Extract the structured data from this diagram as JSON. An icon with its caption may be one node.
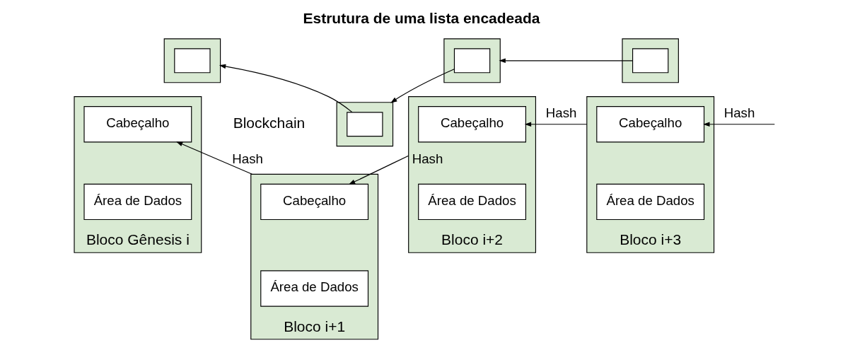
{
  "diagram": {
    "title": "Estrutura de uma lista encadeada",
    "nodes": [
      {
        "text": [],
        "shape": "box"
      },
      {
        "text": [],
        "shape": "box",
        "in": 0
      },
      {
        "text": [],
        "shape": "box"
      },
      {
        "text": [],
        "shape": "box",
        "in": 2
      },
      {
        "text": [],
        "shape": "box"
      },
      {
        "text": [],
        "shape": "box",
        "in": 4
      },
      {
        "text": [],
        "shape": "box"
      },
      {
        "text": [],
        "shape": "box",
        "in": 6
      },
      {
        "text": [],
        "shape": "box",
        "beside": [
          "Bloco Gênesis i"
        ]
      },
      {
        "text": [
          "Cabeçalho"
        ],
        "in": 8
      },
      {
        "text": [
          "Área de Dados"
        ],
        "in": 8
      },
      {
        "text": [],
        "shape": "box",
        "beside": [
          "Bloco i+1"
        ]
      },
      {
        "text": [
          "Cabeçalho"
        ],
        "in": 11
      },
      {
        "text": [
          "Área de Dados"
        ],
        "in": 11
      },
      {
        "text": [],
        "shape": "box",
        "beside": [
          "Bloco i+2"
        ]
      },
      {
        "text": [
          "Cabeçalho"
        ],
        "in": 14
      },
      {
        "text": [
          "Área de Dados"
        ],
        "in": 14
      },
      {
        "text": [],
        "shape": "box",
        "beside": [
          "Bloco i+3"
        ]
      },
      {
        "text": [
          "Cabeçalho"
        ],
        "in": 17
      },
      {
        "text": [
          "Área de Dados"
        ],
        "in": 17
      }
    ],
    "edges": [
      {
        "from": 3,
        "to": 0,
        "arrow": "to"
      },
      {
        "from": 5,
        "to": 2,
        "arrow": "to"
      },
      {
        "from": 7,
        "to": 4,
        "arrow": "to"
      },
      {
        "from": 11,
        "to": 9,
        "label": "Hash",
        "arrow": "to"
      },
      {
        "from": 14,
        "to": 12,
        "label": "Hash",
        "arrow": "to"
      },
      {
        "from": 17,
        "to": 15,
        "label": "Hash",
        "arrow": "to"
      },
      {
        "from": null,
        "to": 18,
        "label": "Hash",
        "arrow": "to"
      }
    ],
    "labels": [
      "Blockchain"
    ]
  }
}
